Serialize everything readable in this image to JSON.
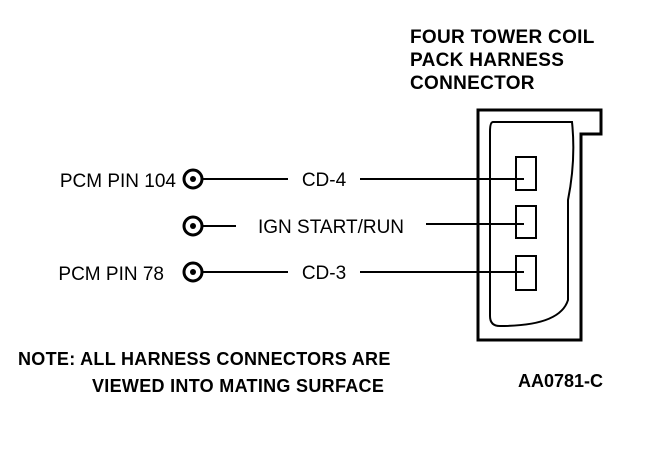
{
  "connector": {
    "title_lines": [
      "FOUR TOWER COIL",
      "PACK HARNESS",
      "CONNECTOR"
    ]
  },
  "circuits": [
    {
      "pin_label": "PCM PIN 104",
      "circuit": "CD-4"
    },
    {
      "pin_label": "",
      "circuit": "IGN START/RUN"
    },
    {
      "pin_label": "PCM PIN 78",
      "circuit": "CD-3"
    }
  ],
  "note": {
    "lines": [
      "NOTE: ALL HARNESS CONNECTORS ARE",
      "VIEWED INTO MATING SURFACE"
    ]
  },
  "reference_code": "AA0781-C"
}
